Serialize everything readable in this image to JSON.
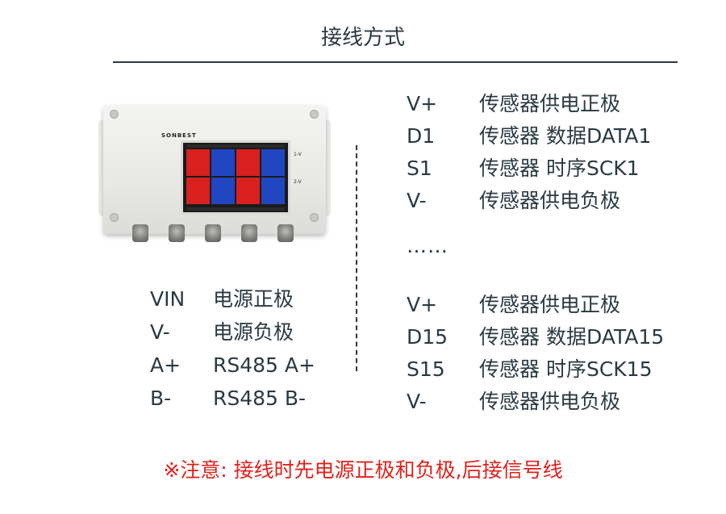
{
  "title": "接线方式",
  "device": {
    "brand": "SONBEST",
    "side_labels": [
      "1-V",
      "2-V"
    ]
  },
  "power_pins": [
    {
      "pin": "VIN",
      "desc": "电源正极"
    },
    {
      "pin": "V-",
      "desc": "电源负极"
    },
    {
      "pin": "A+",
      "desc": "RS485 A+"
    },
    {
      "pin": "B-",
      "desc": "RS485 B-"
    }
  ],
  "sensor_pins_group1": [
    {
      "pin": "V+",
      "desc": "传感器供电正极"
    },
    {
      "pin": "D1",
      "desc": "传感器 数据DATA1"
    },
    {
      "pin": "S1",
      "desc": "传感器 时序SCK1"
    },
    {
      "pin": "V-",
      "desc": "传感器供电负极"
    }
  ],
  "ellipsis": "……",
  "sensor_pins_group2": [
    {
      "pin": "V+",
      "desc": "传感器供电正极"
    },
    {
      "pin": "D15",
      "desc": "传感器 数据DATA15"
    },
    {
      "pin": "S15",
      "desc": "传感器 时序SCK15"
    },
    {
      "pin": "V-",
      "desc": "传感器供电负极"
    }
  ],
  "note": "※注意: 接线时先电源正极和负极,后接信号线",
  "colors": {
    "text": "#2a3a42",
    "note": "#e0211b"
  }
}
